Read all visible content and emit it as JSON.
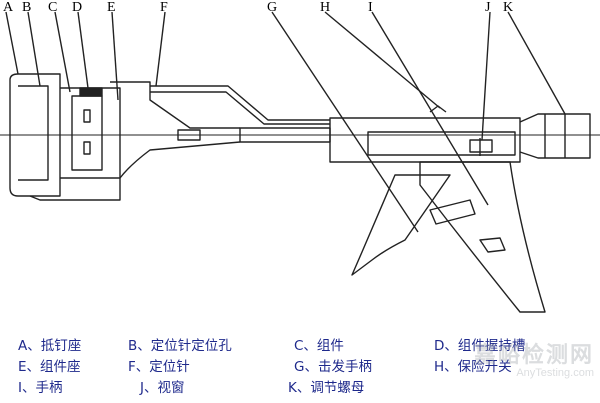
{
  "labels": [
    "A",
    "B",
    "C",
    "D",
    "E",
    "F",
    "G",
    "H",
    "I",
    "J",
    "K"
  ],
  "legend": [
    "A、抵钉座",
    "B、定位针定位孔",
    "C、组件",
    "D、组件握持槽",
    "E、组件座",
    "F、定位针",
    "G、击发手柄",
    "H、保险开关",
    "I、手柄",
    "J、视窗",
    "K、调节螺母"
  ],
  "watermark": {
    "text": "嘉峪检测网",
    "url": "AnyTesting.com"
  },
  "colors": {
    "legend_text": "#1f2a8c",
    "line": "#222222"
  }
}
